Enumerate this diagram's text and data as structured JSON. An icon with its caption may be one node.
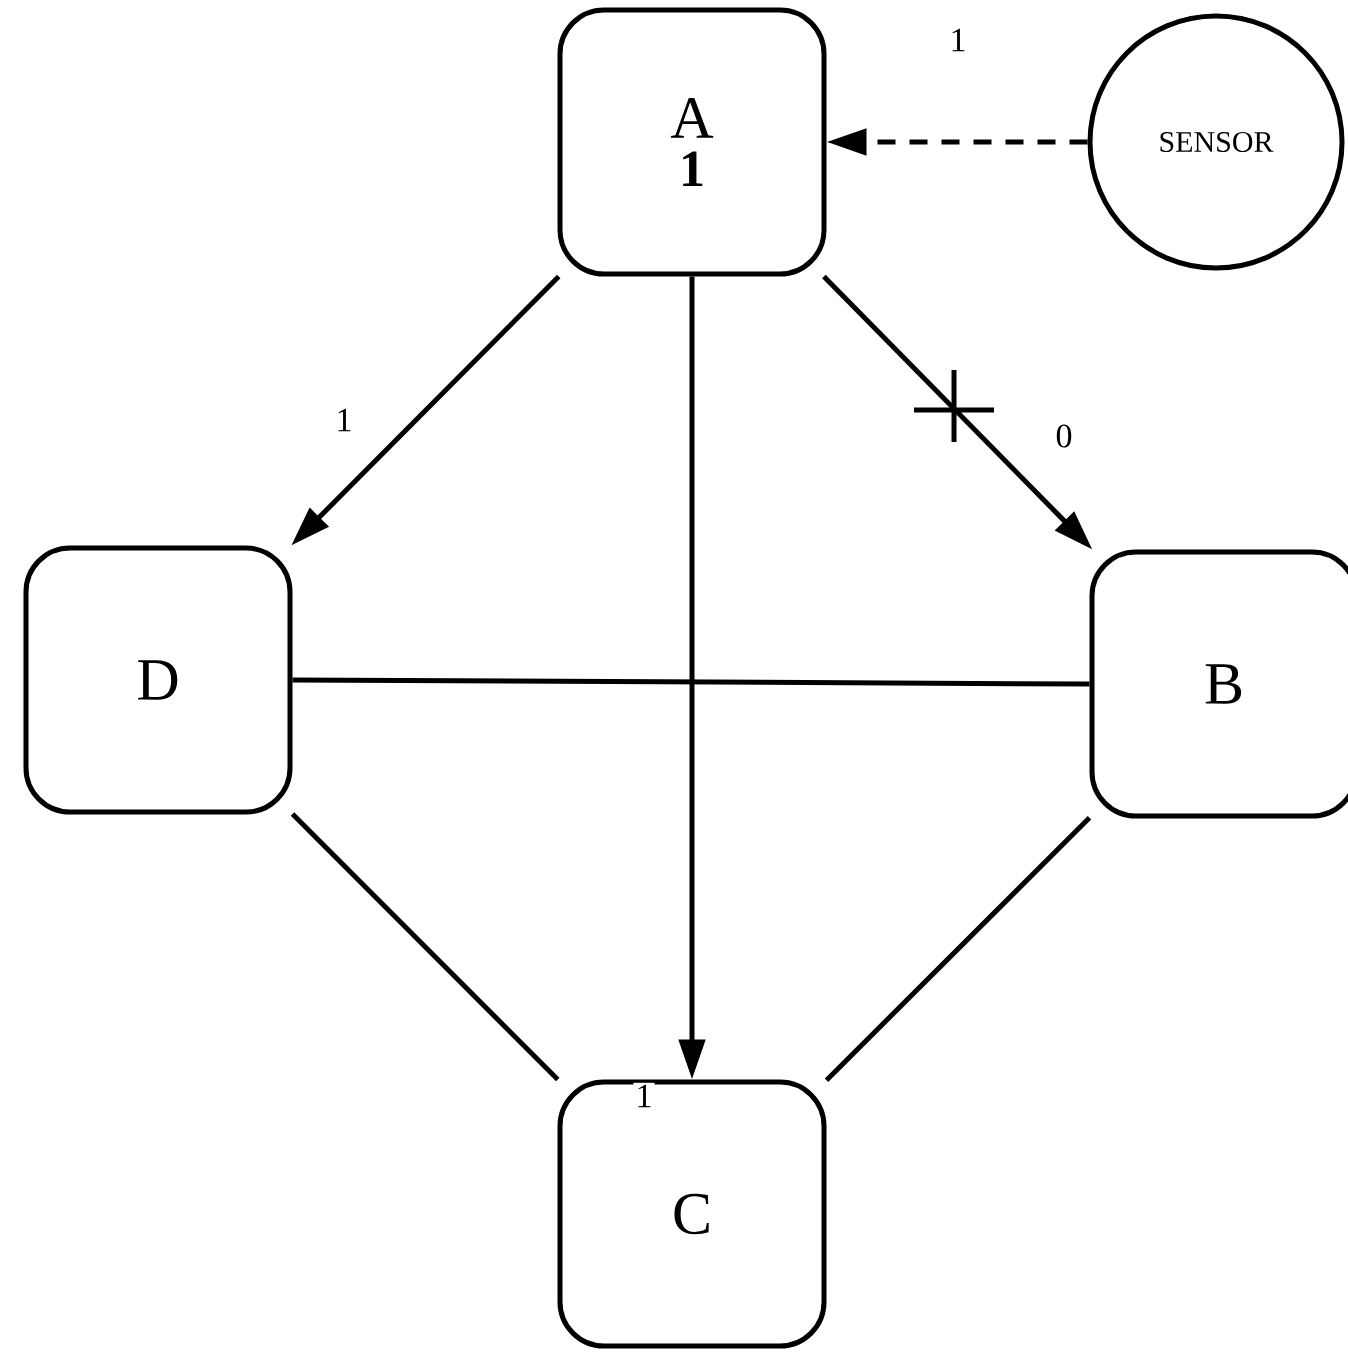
{
  "diagram": {
    "nodes": [
      {
        "text": [
          "A",
          "1"
        ]
      },
      {
        "text": [
          "SENSOR"
        ]
      },
      {
        "text": [
          "D"
        ]
      },
      {
        "text": [
          "B"
        ]
      },
      {
        "text": [
          "C"
        ]
      }
    ],
    "edges": [
      {
        "from": 1,
        "to": 0,
        "arrow": "to",
        "label": "1",
        "style": "dashed"
      },
      {
        "from": 0,
        "to": 2,
        "arrow": "to",
        "label": "1"
      },
      {
        "from": 0,
        "to": 3,
        "arrow": "to",
        "label": "0"
      },
      {
        "from": 0,
        "to": 4,
        "arrow": "to",
        "label": "1"
      },
      {
        "from": 2,
        "to": 3,
        "arrow": "none"
      },
      {
        "from": 2,
        "to": 4,
        "arrow": "none"
      },
      {
        "from": 3,
        "to": 4,
        "arrow": "none"
      }
    ]
  }
}
